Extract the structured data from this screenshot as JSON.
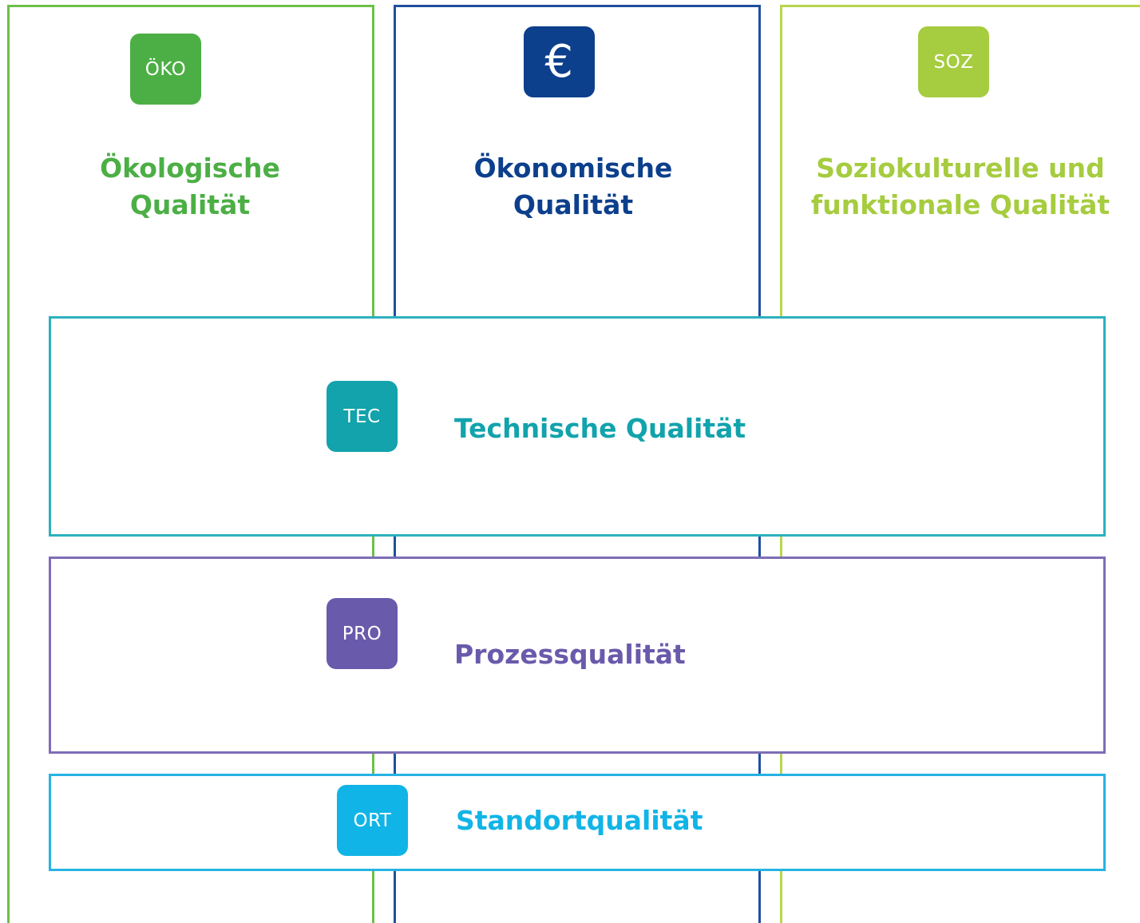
{
  "pillars": [
    {
      "id": "oko",
      "badge": "ÖKO",
      "title_line1": "Ökologische",
      "title_line2": "Qualität",
      "color": "#4caf45",
      "border_color": "#6cbf4a"
    },
    {
      "id": "eco",
      "badge": "€",
      "title_line1": "Ökonomische",
      "title_line2": "Qualität",
      "color": "#0c3f8c",
      "border_color": "#1f4f9e"
    },
    {
      "id": "soz",
      "badge": "SOZ",
      "title_line1": "Soziokulturelle und",
      "title_line2": "funktionale Qualität",
      "color": "#a6cc3f",
      "border_color": "#b7d64e"
    }
  ],
  "bands": [
    {
      "id": "tec",
      "badge": "TEC",
      "title": "Technische Qualität",
      "color": "#12a3ac",
      "border_color": "#2cb1be"
    },
    {
      "id": "pro",
      "badge": "PRO",
      "title": "Prozessqualität",
      "color": "#6a5aab",
      "border_color": "#7d6db5"
    },
    {
      "id": "ort",
      "badge": "ORT",
      "title": "Standortqualität",
      "color": "#11b4e6",
      "border_color": "#27b3e3"
    }
  ]
}
